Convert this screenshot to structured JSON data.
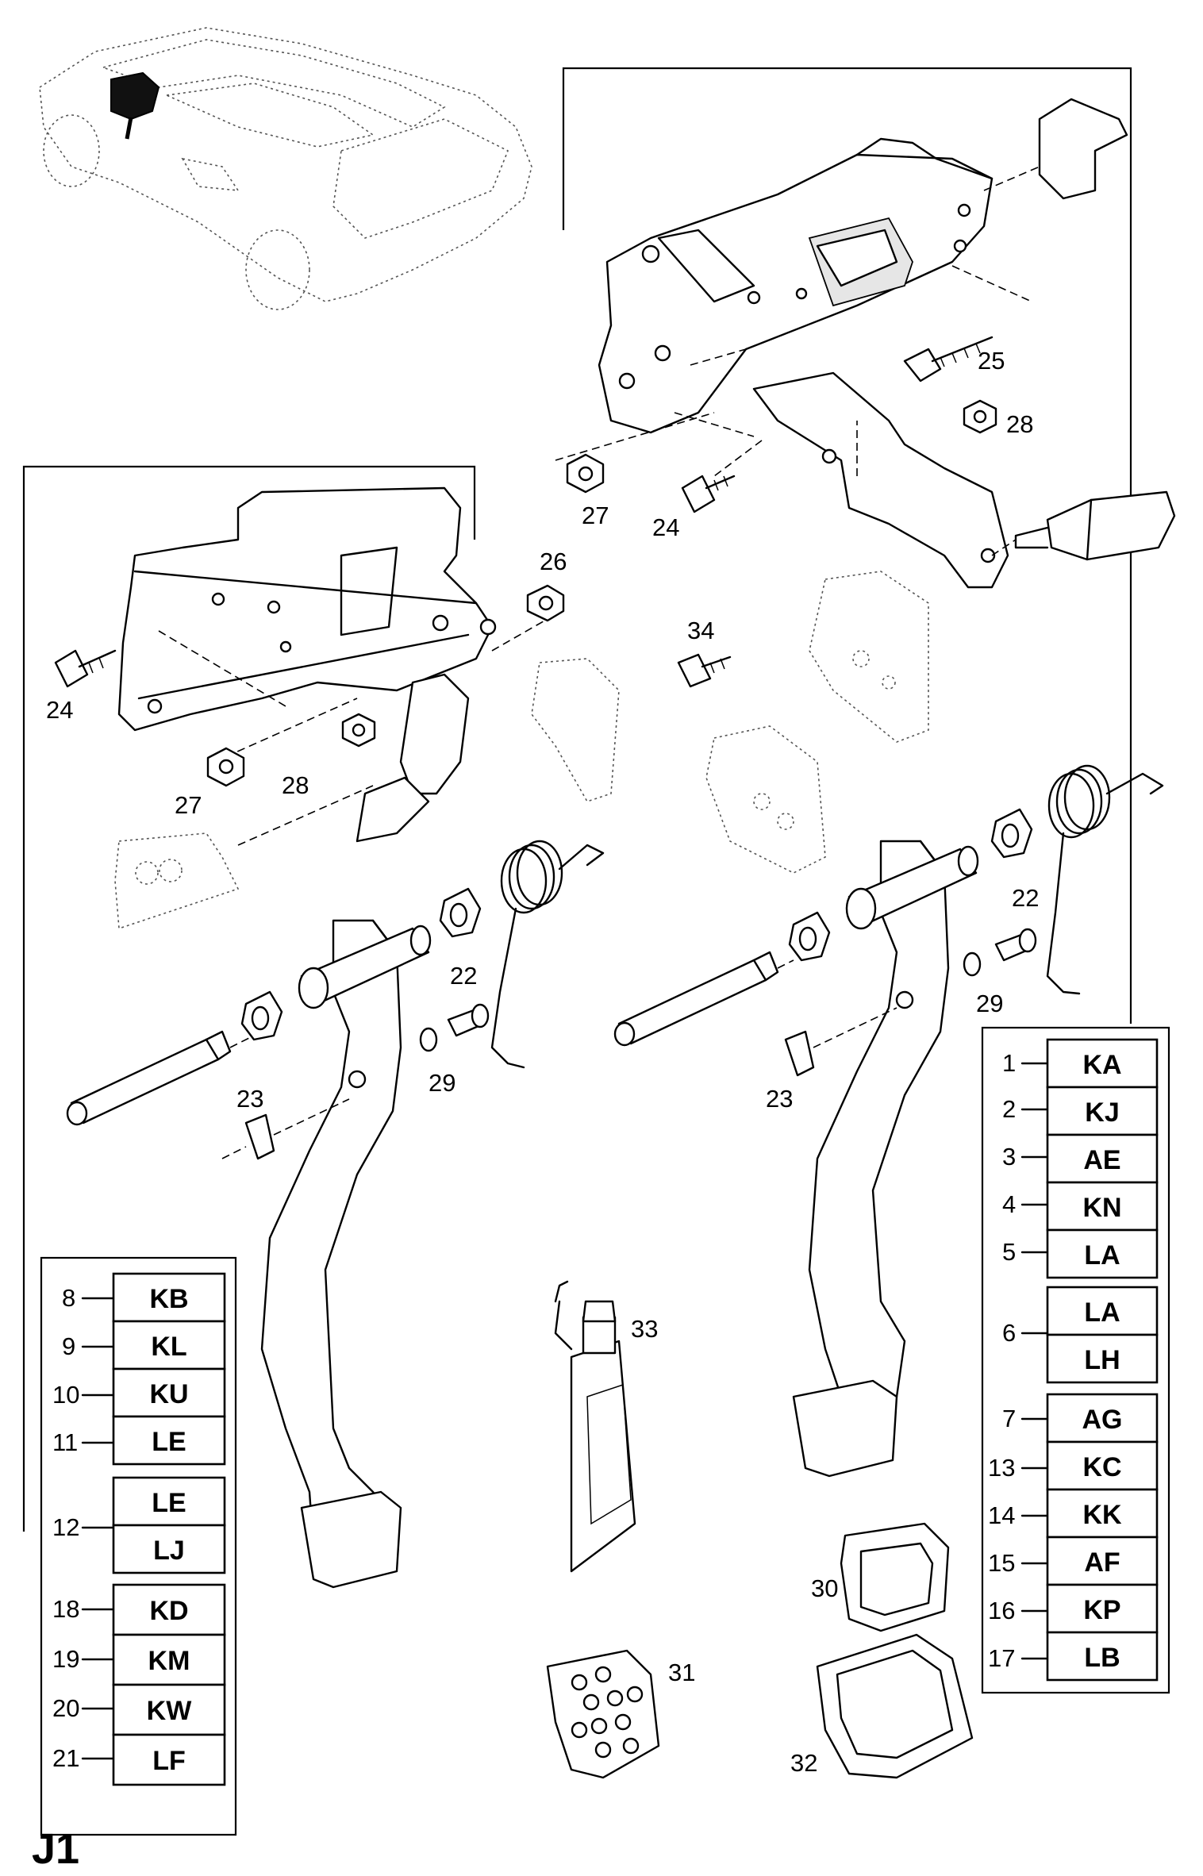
{
  "page_code": "J1",
  "callouts": {
    "c22_right": "22",
    "c22_left": "22",
    "c23_left": "23",
    "c23_right": "23",
    "c24_top": "24",
    "c24_left": "24",
    "c25": "25",
    "c26": "26",
    "c27_top": "27",
    "c27_left": "27",
    "c28_top": "28",
    "c28_left": "28",
    "c29_right": "29",
    "c29_left": "29",
    "c30": "30",
    "c31": "31",
    "c32": "32",
    "c33": "33",
    "c34": "34"
  },
  "left_table": {
    "groups": [
      {
        "num": "8",
        "codes": [
          "KB"
        ]
      },
      {
        "num": "9",
        "codes": [
          "KL"
        ]
      },
      {
        "num": "10",
        "codes": [
          "KU"
        ]
      },
      {
        "num": "11",
        "codes": [
          "LE"
        ]
      },
      {
        "num": "12",
        "codes": [
          "LE",
          "LJ"
        ]
      },
      {
        "num": "18",
        "codes": [
          "KD"
        ]
      },
      {
        "num": "19",
        "codes": [
          "KM"
        ]
      },
      {
        "num": "20",
        "codes": [
          "KW"
        ]
      },
      {
        "num": "21",
        "codes": [
          "LF"
        ]
      }
    ]
  },
  "right_table": {
    "groups": [
      {
        "num": "1",
        "codes": [
          "KA"
        ]
      },
      {
        "num": "2",
        "codes": [
          "KJ"
        ]
      },
      {
        "num": "3",
        "codes": [
          "AE"
        ]
      },
      {
        "num": "4",
        "codes": [
          "KN"
        ]
      },
      {
        "num": "5",
        "codes": [
          "LA"
        ]
      },
      {
        "num": "6",
        "codes": [
          "LA",
          "LH"
        ]
      },
      {
        "num": "7",
        "codes": [
          "AG"
        ]
      },
      {
        "num": "13",
        "codes": [
          "KC"
        ]
      },
      {
        "num": "14",
        "codes": [
          "KK"
        ]
      },
      {
        "num": "15",
        "codes": [
          "AF"
        ]
      },
      {
        "num": "16",
        "codes": [
          "KP"
        ]
      },
      {
        "num": "17",
        "codes": [
          "LB"
        ]
      }
    ]
  },
  "icons": {
    "car": "car-location-icon",
    "left_bracket": "pedal-bracket-left-icon",
    "right_bracket": "pedal-bracket-right-icon",
    "left_pedal": "clutch-pedal-icon",
    "right_pedal": "brake-pedal-icon",
    "switch": "stoplight-switch-icon",
    "grease": "grease-tube-icon"
  }
}
